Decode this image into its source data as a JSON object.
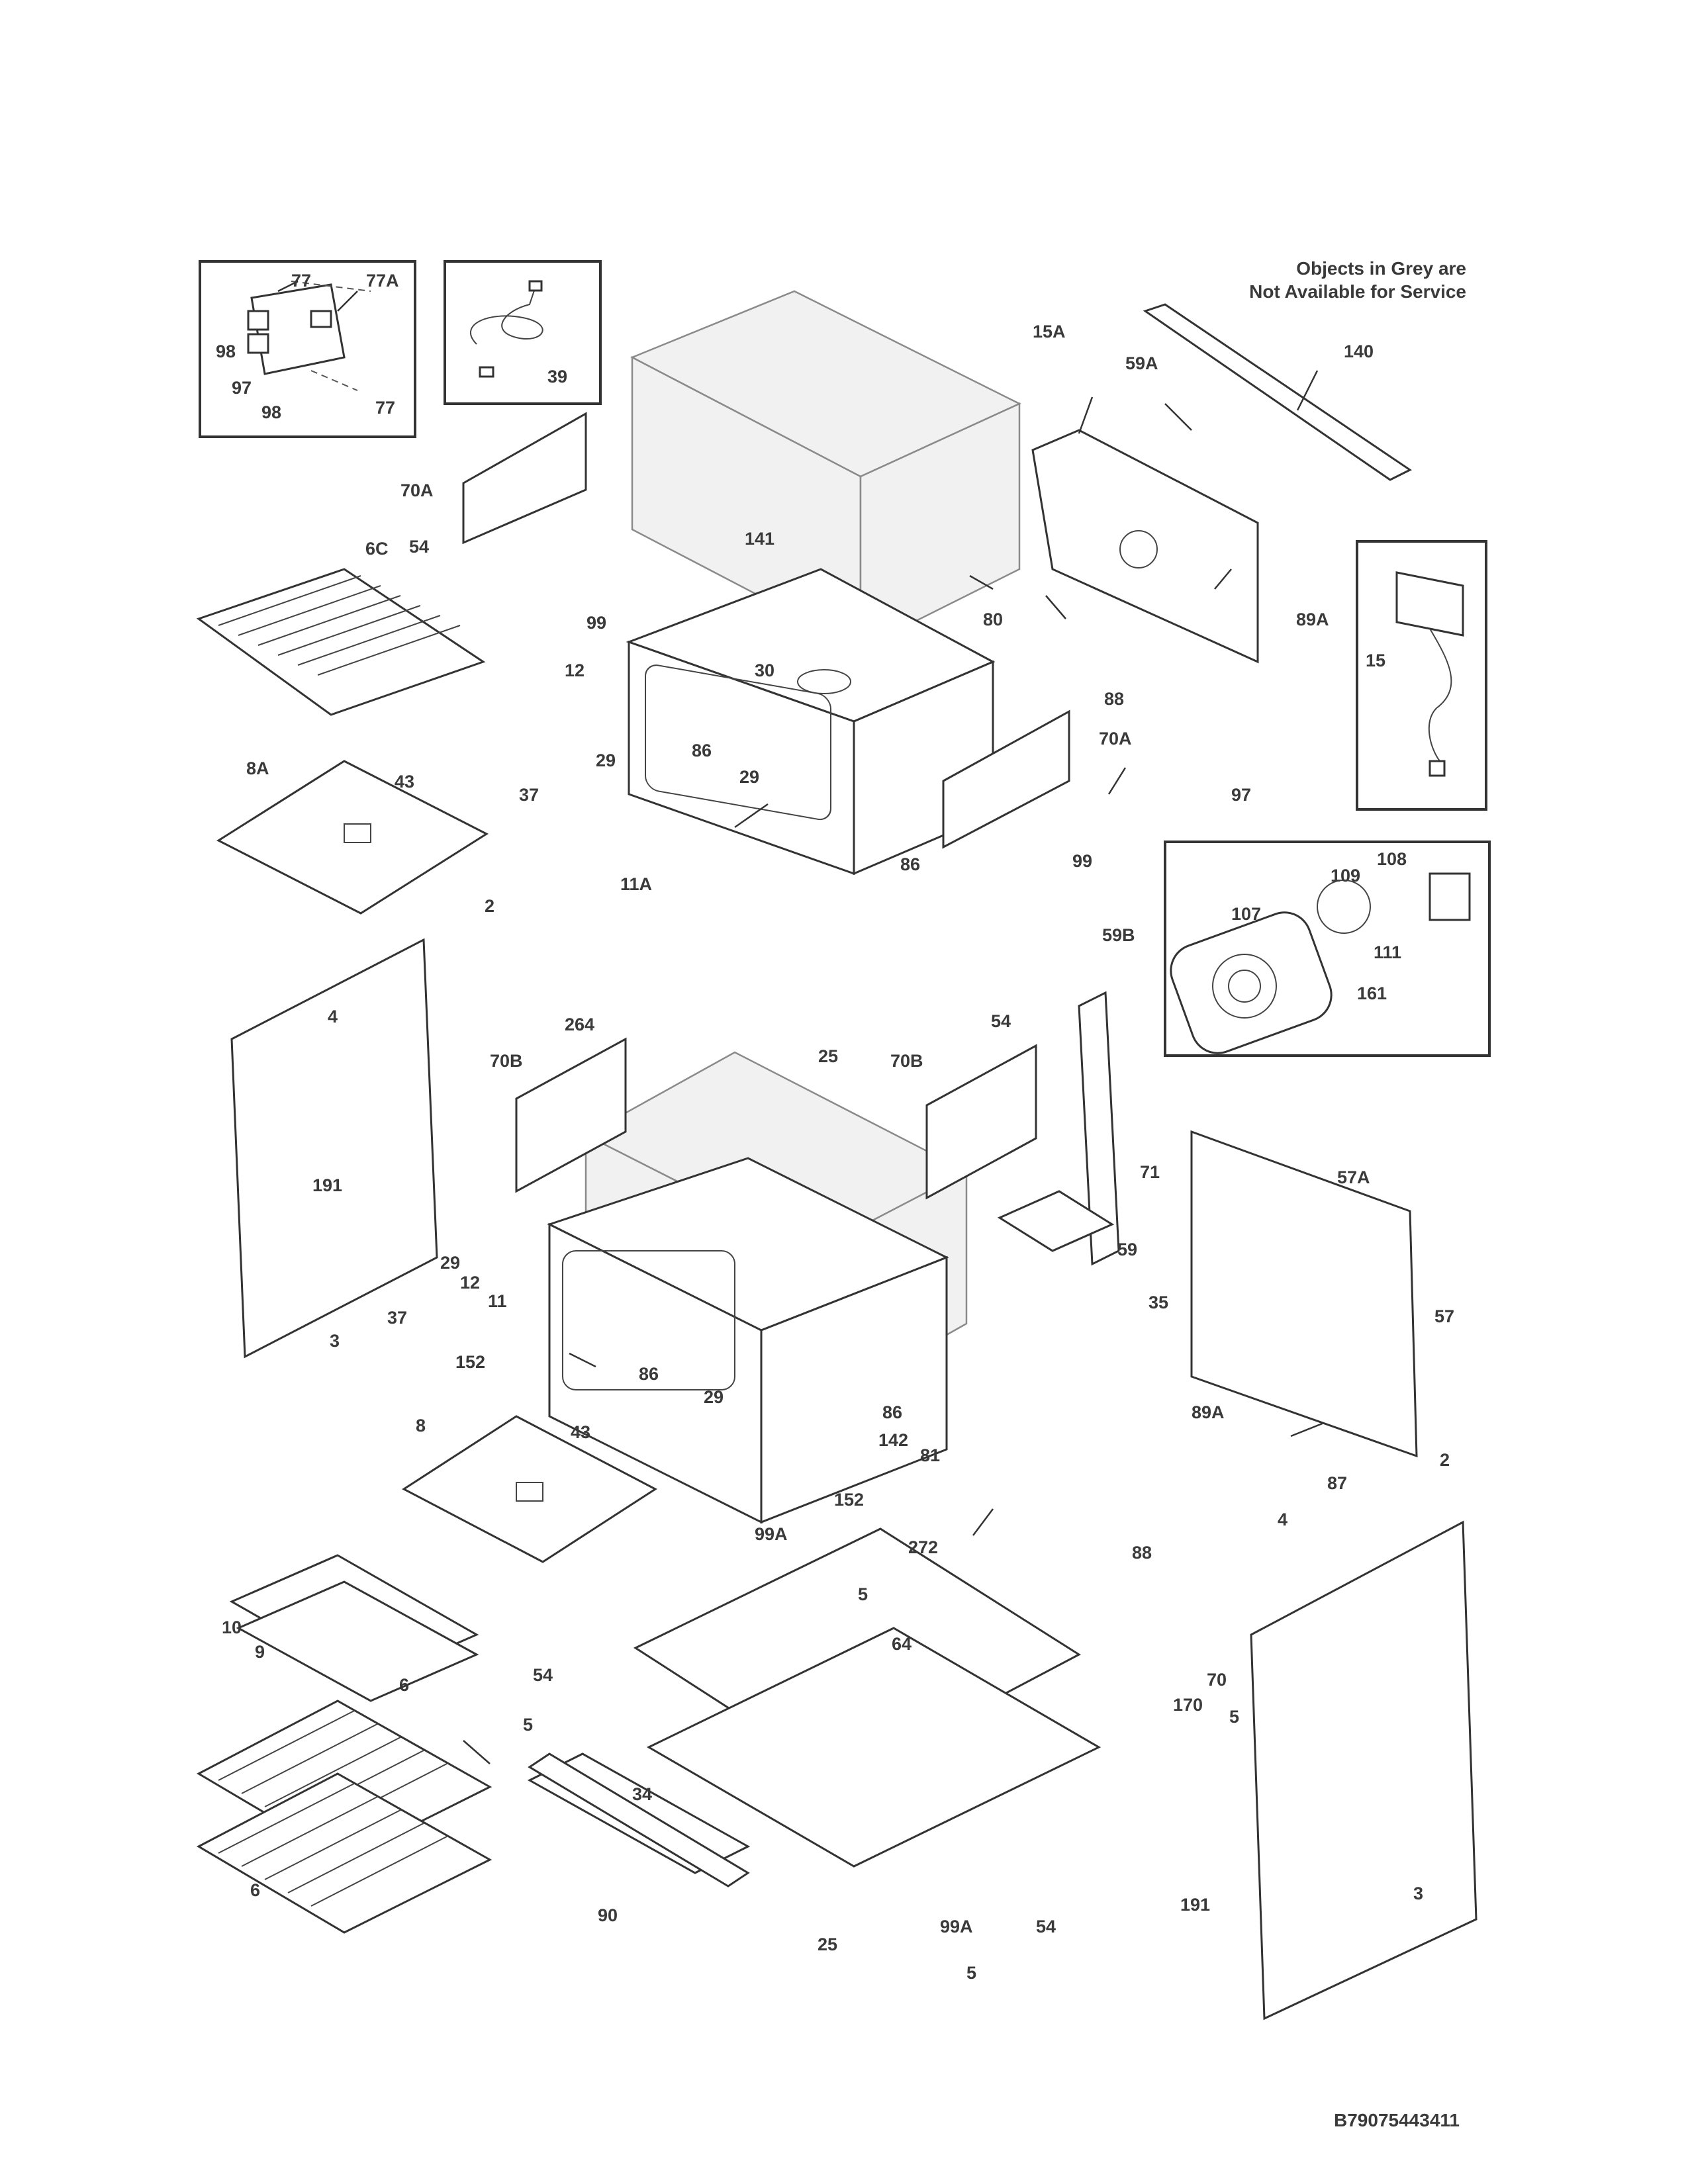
{
  "notice": {
    "line1": "Objects in Grey are",
    "line2": "Not Available for Service"
  },
  "diagram_code": "B79075443411",
  "callouts": [
    {
      "id": "c-77-top",
      "text": "77"
    },
    {
      "id": "c-77a",
      "text": "77A"
    },
    {
      "id": "c-98-top",
      "text": "98"
    },
    {
      "id": "c-97-box",
      "text": "97"
    },
    {
      "id": "c-98-bot",
      "text": "98"
    },
    {
      "id": "c-77-bot",
      "text": "77"
    },
    {
      "id": "c-39",
      "text": "39"
    },
    {
      "id": "c-15a",
      "text": "15A"
    },
    {
      "id": "c-59a",
      "text": "59A"
    },
    {
      "id": "c-140",
      "text": "140"
    },
    {
      "id": "c-70a-top",
      "text": "70A"
    },
    {
      "id": "c-141",
      "text": "141"
    },
    {
      "id": "c-54-top",
      "text": "54"
    },
    {
      "id": "c-6c",
      "text": "6C"
    },
    {
      "id": "c-99-top",
      "text": "99"
    },
    {
      "id": "c-80",
      "text": "80"
    },
    {
      "id": "c-89a-top",
      "text": "89A"
    },
    {
      "id": "c-15",
      "text": "15"
    },
    {
      "id": "c-88-top",
      "text": "88"
    },
    {
      "id": "c-12-top",
      "text": "12"
    },
    {
      "id": "c-30",
      "text": "30"
    },
    {
      "id": "c-29-a",
      "text": "29"
    },
    {
      "id": "c-86-a",
      "text": "86"
    },
    {
      "id": "c-29-b",
      "text": "29"
    },
    {
      "id": "c-70a-mid",
      "text": "70A"
    },
    {
      "id": "c-97-mid",
      "text": "97"
    },
    {
      "id": "c-8a",
      "text": "8A"
    },
    {
      "id": "c-43-top",
      "text": "43"
    },
    {
      "id": "c-37-top",
      "text": "37"
    },
    {
      "id": "c-11a",
      "text": "11A"
    },
    {
      "id": "c-86-b",
      "text": "86"
    },
    {
      "id": "c-99-mid",
      "text": "99"
    },
    {
      "id": "c-108",
      "text": "108"
    },
    {
      "id": "c-109",
      "text": "109"
    },
    {
      "id": "c-107",
      "text": "107"
    },
    {
      "id": "c-111",
      "text": "111"
    },
    {
      "id": "c-161",
      "text": "161"
    },
    {
      "id": "c-2-left",
      "text": "2"
    },
    {
      "id": "c-264",
      "text": "264"
    },
    {
      "id": "c-25-top",
      "text": "25"
    },
    {
      "id": "c-54-mid",
      "text": "54"
    },
    {
      "id": "c-59b",
      "text": "59B"
    },
    {
      "id": "c-4-left",
      "text": "4"
    },
    {
      "id": "c-70b-left",
      "text": "70B"
    },
    {
      "id": "c-70b-right",
      "text": "70B"
    },
    {
      "id": "c-191-left",
      "text": "191"
    },
    {
      "id": "c-71",
      "text": "71"
    },
    {
      "id": "c-57a",
      "text": "57A"
    },
    {
      "id": "c-29-c",
      "text": "29"
    },
    {
      "id": "c-12-bot",
      "text": "12"
    },
    {
      "id": "c-11",
      "text": "11"
    },
    {
      "id": "c-59",
      "text": "59"
    },
    {
      "id": "c-3-left",
      "text": "3"
    },
    {
      "id": "c-37-bot",
      "text": "37"
    },
    {
      "id": "c-35",
      "text": "35"
    },
    {
      "id": "c-57",
      "text": "57"
    },
    {
      "id": "c-152-a",
      "text": "152"
    },
    {
      "id": "c-86-c",
      "text": "86"
    },
    {
      "id": "c-29-d",
      "text": "29"
    },
    {
      "id": "c-8",
      "text": "8"
    },
    {
      "id": "c-43-bot",
      "text": "43"
    },
    {
      "id": "c-86-d",
      "text": "86"
    },
    {
      "id": "c-142",
      "text": "142"
    },
    {
      "id": "c-89a-bot",
      "text": "89A"
    },
    {
      "id": "c-2-right",
      "text": "2"
    },
    {
      "id": "c-81",
      "text": "81"
    },
    {
      "id": "c-87",
      "text": "87"
    },
    {
      "id": "c-152-b",
      "text": "152"
    },
    {
      "id": "c-99a-top",
      "text": "99A"
    },
    {
      "id": "c-4-right",
      "text": "4"
    },
    {
      "id": "c-272",
      "text": "272"
    },
    {
      "id": "c-88-bot",
      "text": "88"
    },
    {
      "id": "c-10",
      "text": "10"
    },
    {
      "id": "c-5-a",
      "text": "5"
    },
    {
      "id": "c-9",
      "text": "9"
    },
    {
      "id": "c-64",
      "text": "64"
    },
    {
      "id": "c-54-bl",
      "text": "54"
    },
    {
      "id": "c-70",
      "text": "70"
    },
    {
      "id": "c-6-top",
      "text": "6"
    },
    {
      "id": "c-170",
      "text": "170"
    },
    {
      "id": "c-5-b",
      "text": "5"
    },
    {
      "id": "c-5-c",
      "text": "5"
    },
    {
      "id": "c-34",
      "text": "34"
    },
    {
      "id": "c-6-bot",
      "text": "6"
    },
    {
      "id": "c-191-right",
      "text": "191"
    },
    {
      "id": "c-90",
      "text": "90"
    },
    {
      "id": "c-99a-bot",
      "text": "99A"
    },
    {
      "id": "c-54-br",
      "text": "54"
    },
    {
      "id": "c-3-right",
      "text": "3"
    },
    {
      "id": "c-25-bot",
      "text": "25"
    },
    {
      "id": "c-5-d",
      "text": "5"
    }
  ]
}
